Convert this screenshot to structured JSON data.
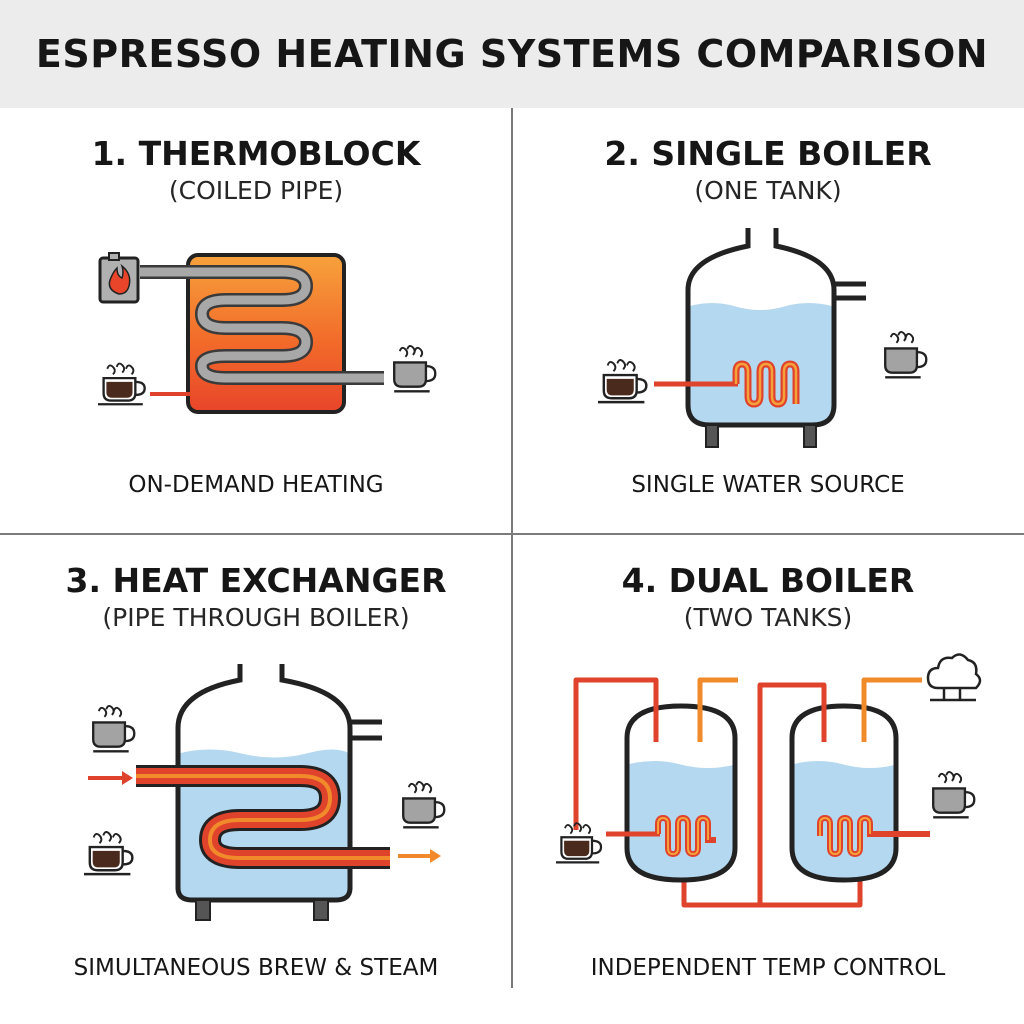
{
  "header": {
    "title": "ESPRESSO HEATING SYSTEMS COMPARISON"
  },
  "panels": [
    {
      "title": "1. THERMOBLOCK",
      "subtitle": "(COILED PIPE)",
      "caption": "ON-DEMAND HEATING"
    },
    {
      "title": "2. SINGLE BOILER",
      "subtitle": "(ONE TANK)",
      "caption": "SINGLE WATER SOURCE"
    },
    {
      "title": "3. HEAT EXCHANGER",
      "subtitle": "(PIPE THROUGH BOILER)",
      "caption": "SIMULTANEOUS BREW & STEAM"
    },
    {
      "title": "4. DUAL BOILER",
      "subtitle": "(TWO TANKS)",
      "caption": "INDEPENDENT TEMP CONTROL"
    }
  ],
  "icons": [
    "fire-icon",
    "espresso-cup-icon",
    "steam-cup-icon",
    "steam-cloud-icon"
  ],
  "colors": {
    "water": "#b4d8ef",
    "hot_pipe": "#e0432c",
    "warm_pipe": "#f08a2a",
    "coil": "#9a9a9a",
    "coffee": "#4a2a1c"
  }
}
